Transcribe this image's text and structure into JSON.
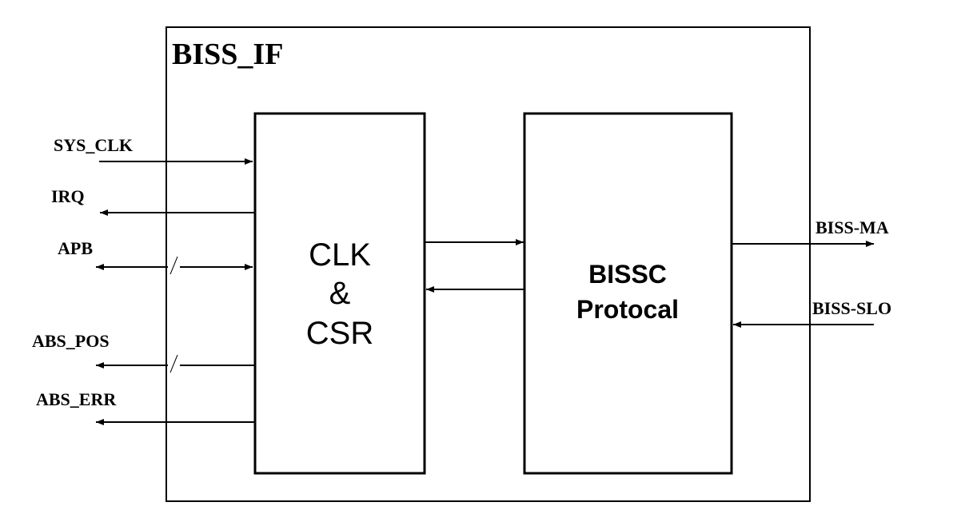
{
  "diagram": {
    "outer_block": {
      "title": "BISS_IF"
    },
    "csr_block": {
      "lines": [
        "CLK",
        "&",
        "CSR"
      ]
    },
    "protocol_block": {
      "lines": [
        "BISSC",
        "Protocal"
      ]
    },
    "left_signals": [
      {
        "name": "SYS_CLK",
        "direction": "in",
        "bus": false
      },
      {
        "name": "IRQ",
        "direction": "out",
        "bus": false
      },
      {
        "name": "APB",
        "direction": "bidir",
        "bus": true
      },
      {
        "name": "ABS_POS",
        "direction": "out",
        "bus": true
      },
      {
        "name": "ABS_ERR",
        "direction": "out",
        "bus": false
      }
    ],
    "right_signals": [
      {
        "name": "BISS-MA",
        "direction": "out"
      },
      {
        "name": "BISS-SLO",
        "direction": "in"
      }
    ],
    "internal_links": [
      {
        "from": "CLK & CSR",
        "to": "BISSC Protocal"
      },
      {
        "from": "BISSC Protocal",
        "to": "CLK & CSR"
      }
    ]
  }
}
